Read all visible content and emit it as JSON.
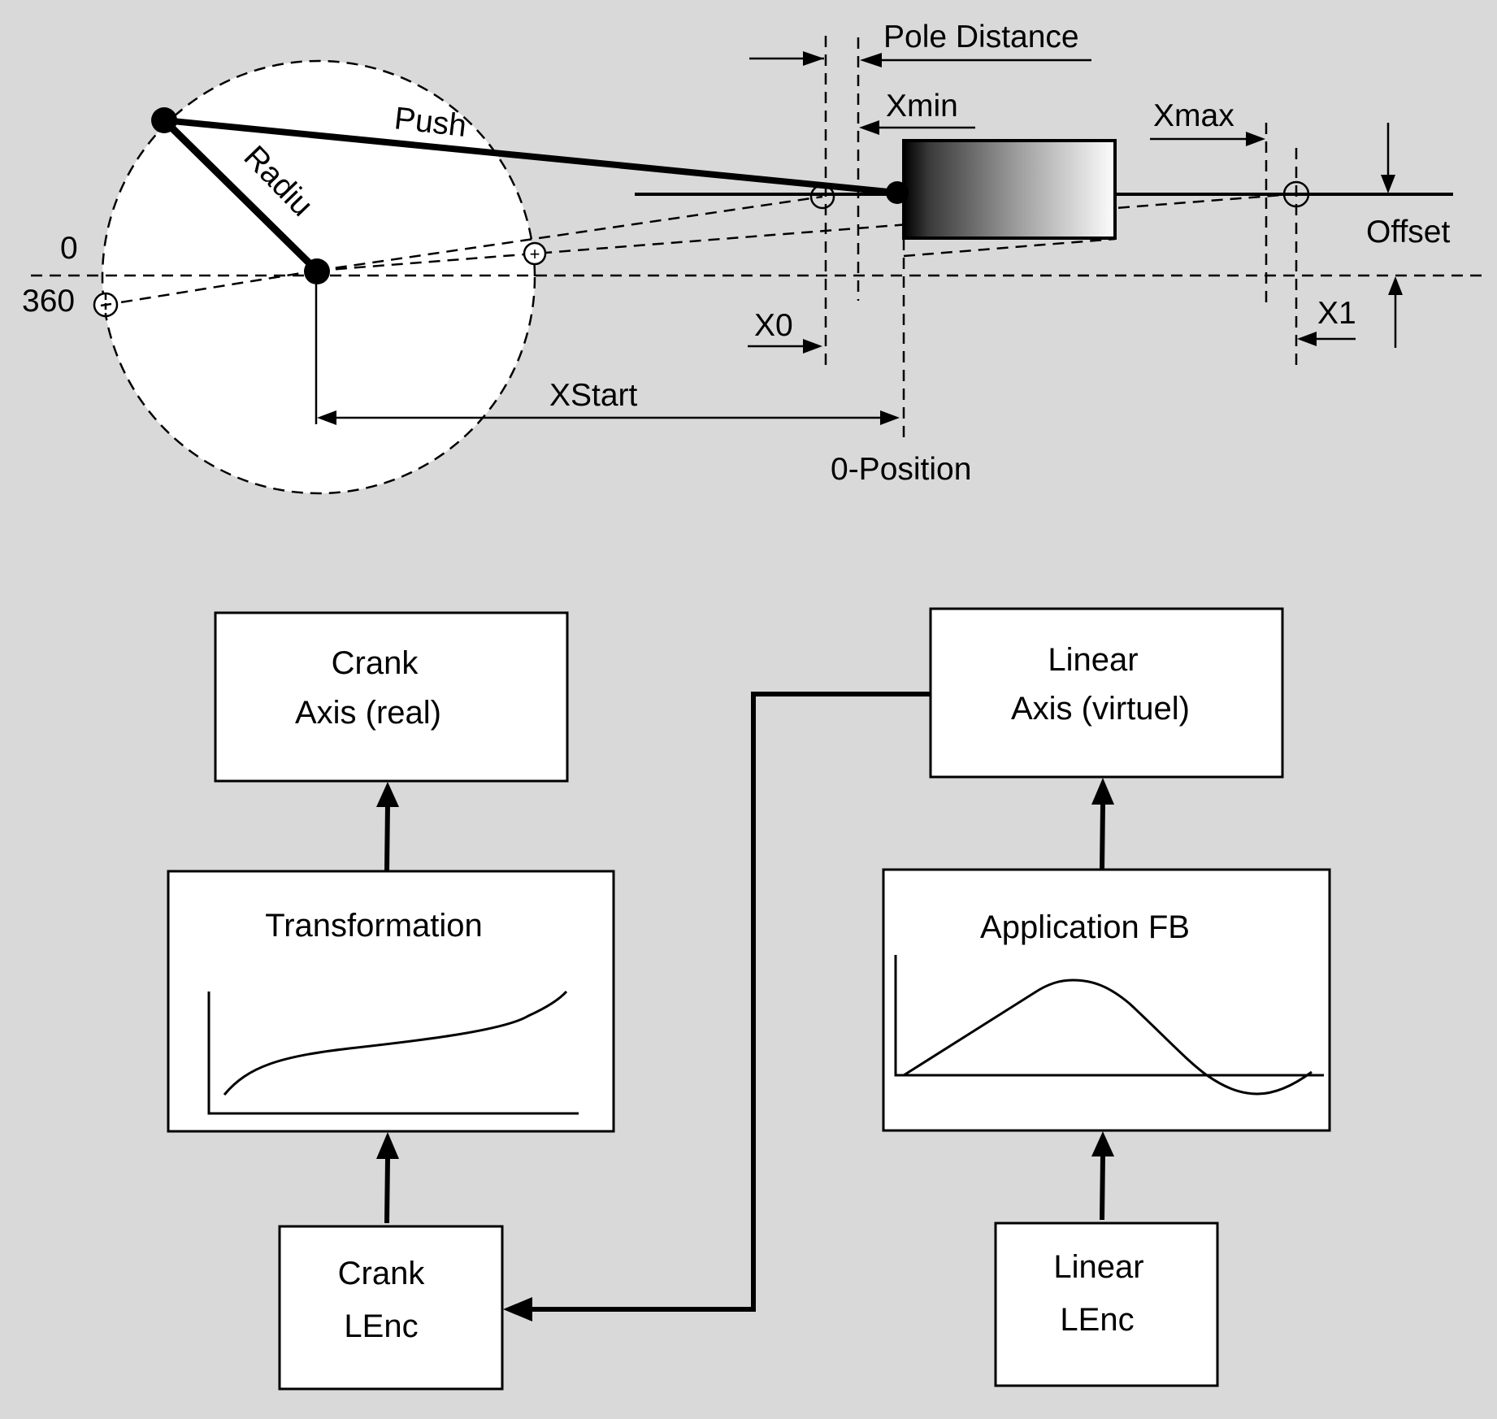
{
  "mechanism": {
    "labels": {
      "pole_distance": "Pole Distance",
      "xmin": "Xmin",
      "xmax": "Xmax",
      "offset": "Offset",
      "x0": "X0",
      "x1": "X1",
      "xstart": "XStart",
      "zero_position": "0-Position",
      "push": "Push",
      "radius": "Radiu",
      "angle_zero": "0",
      "angle_360": "360"
    },
    "markers": {
      "plus": "+",
      "minus": "−"
    }
  },
  "blocks": {
    "crank_axis": {
      "line1": "Crank",
      "line2": "Axis (real)"
    },
    "transformation": {
      "title": "Transformation"
    },
    "crank_lenc": {
      "line1": "Crank",
      "line2": "LEnc"
    },
    "linear_axis": {
      "line1": "Linear",
      "line2": "Axis (virtuel)"
    },
    "application_fb": {
      "title": "Application FB"
    },
    "linear_lenc": {
      "line1": "Linear",
      "line2": "LEnc"
    }
  },
  "colors": {
    "background": "#d9d9d9",
    "box_fill": "#ffffff",
    "stroke": "#000000",
    "slider_gradient_start": "#000000",
    "slider_gradient_end": "#ffffff"
  }
}
